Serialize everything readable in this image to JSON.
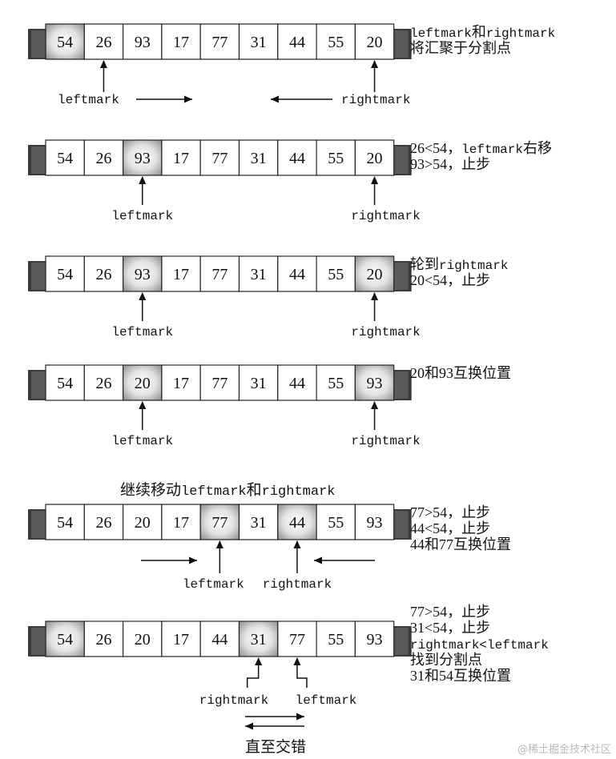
{
  "steps": [
    {
      "values": [
        "54",
        "26",
        "93",
        "17",
        "77",
        "31",
        "44",
        "55",
        "20"
      ],
      "highlight": [
        0
      ],
      "desc": [
        [
          {
            "t": "leftmark",
            "m": true
          },
          {
            "t": "和"
          },
          {
            "t": "rightmark",
            "m": true
          }
        ],
        [
          {
            "t": "将汇聚于分割点"
          }
        ]
      ],
      "left_label": "leftmark",
      "right_label": "rightmark"
    },
    {
      "values": [
        "54",
        "26",
        "93",
        "17",
        "77",
        "31",
        "44",
        "55",
        "20"
      ],
      "highlight": [
        2
      ],
      "desc": [
        [
          {
            "t": "26<54，"
          },
          {
            "t": "leftmark",
            "m": true
          },
          {
            "t": "右移"
          }
        ],
        [
          {
            "t": "93>54，止步"
          }
        ]
      ],
      "left_label": "leftmark",
      "right_label": "rightmark"
    },
    {
      "values": [
        "54",
        "26",
        "93",
        "17",
        "77",
        "31",
        "44",
        "55",
        "20"
      ],
      "highlight": [
        2,
        8
      ],
      "desc": [
        [
          {
            "t": "轮到"
          },
          {
            "t": "rightmark",
            "m": true
          }
        ],
        [
          {
            "t": "20<54，止步"
          }
        ]
      ],
      "left_label": "leftmark",
      "right_label": "rightmark"
    },
    {
      "values": [
        "54",
        "26",
        "20",
        "17",
        "77",
        "31",
        "44",
        "55",
        "93"
      ],
      "highlight": [
        2,
        8
      ],
      "desc": [
        [
          {
            "t": "20和93互换位置"
          }
        ]
      ],
      "left_label": "leftmark",
      "right_label": "rightmark"
    },
    {
      "values": [
        "54",
        "26",
        "20",
        "17",
        "77",
        "31",
        "44",
        "55",
        "93"
      ],
      "highlight": [
        4,
        6
      ],
      "heading": [
        {
          "t": "继续移动"
        },
        {
          "t": "leftmark",
          "m": true
        },
        {
          "t": "和"
        },
        {
          "t": "rightmark",
          "m": true
        }
      ],
      "desc": [
        [
          {
            "t": "77>54，止步"
          }
        ],
        [
          {
            "t": "44<54，止步"
          }
        ],
        [
          {
            "t": "44和77互换位置"
          }
        ]
      ],
      "left_label": "leftmark",
      "right_label": "rightmark"
    },
    {
      "values": [
        "54",
        "26",
        "20",
        "17",
        "44",
        "31",
        "77",
        "55",
        "93"
      ],
      "highlight": [
        0,
        5
      ],
      "desc": [
        [
          {
            "t": "77>54，止步"
          }
        ],
        [
          {
            "t": "31<54，止步"
          }
        ],
        [
          {
            "t": "rightmark<leftmark",
            "m": true
          }
        ],
        [
          {
            "t": "找到分割点"
          }
        ],
        [
          {
            "t": "31和54互换位置"
          }
        ]
      ],
      "left_label": "rightmark",
      "right_label": "leftmark",
      "caption": "直至交错"
    }
  ],
  "watermark": "@稀土掘金技术社区",
  "colors": {
    "highlight": "#bdbdbd",
    "cell_border": "#222222",
    "shadow": "#444444",
    "text": "#111111"
  }
}
